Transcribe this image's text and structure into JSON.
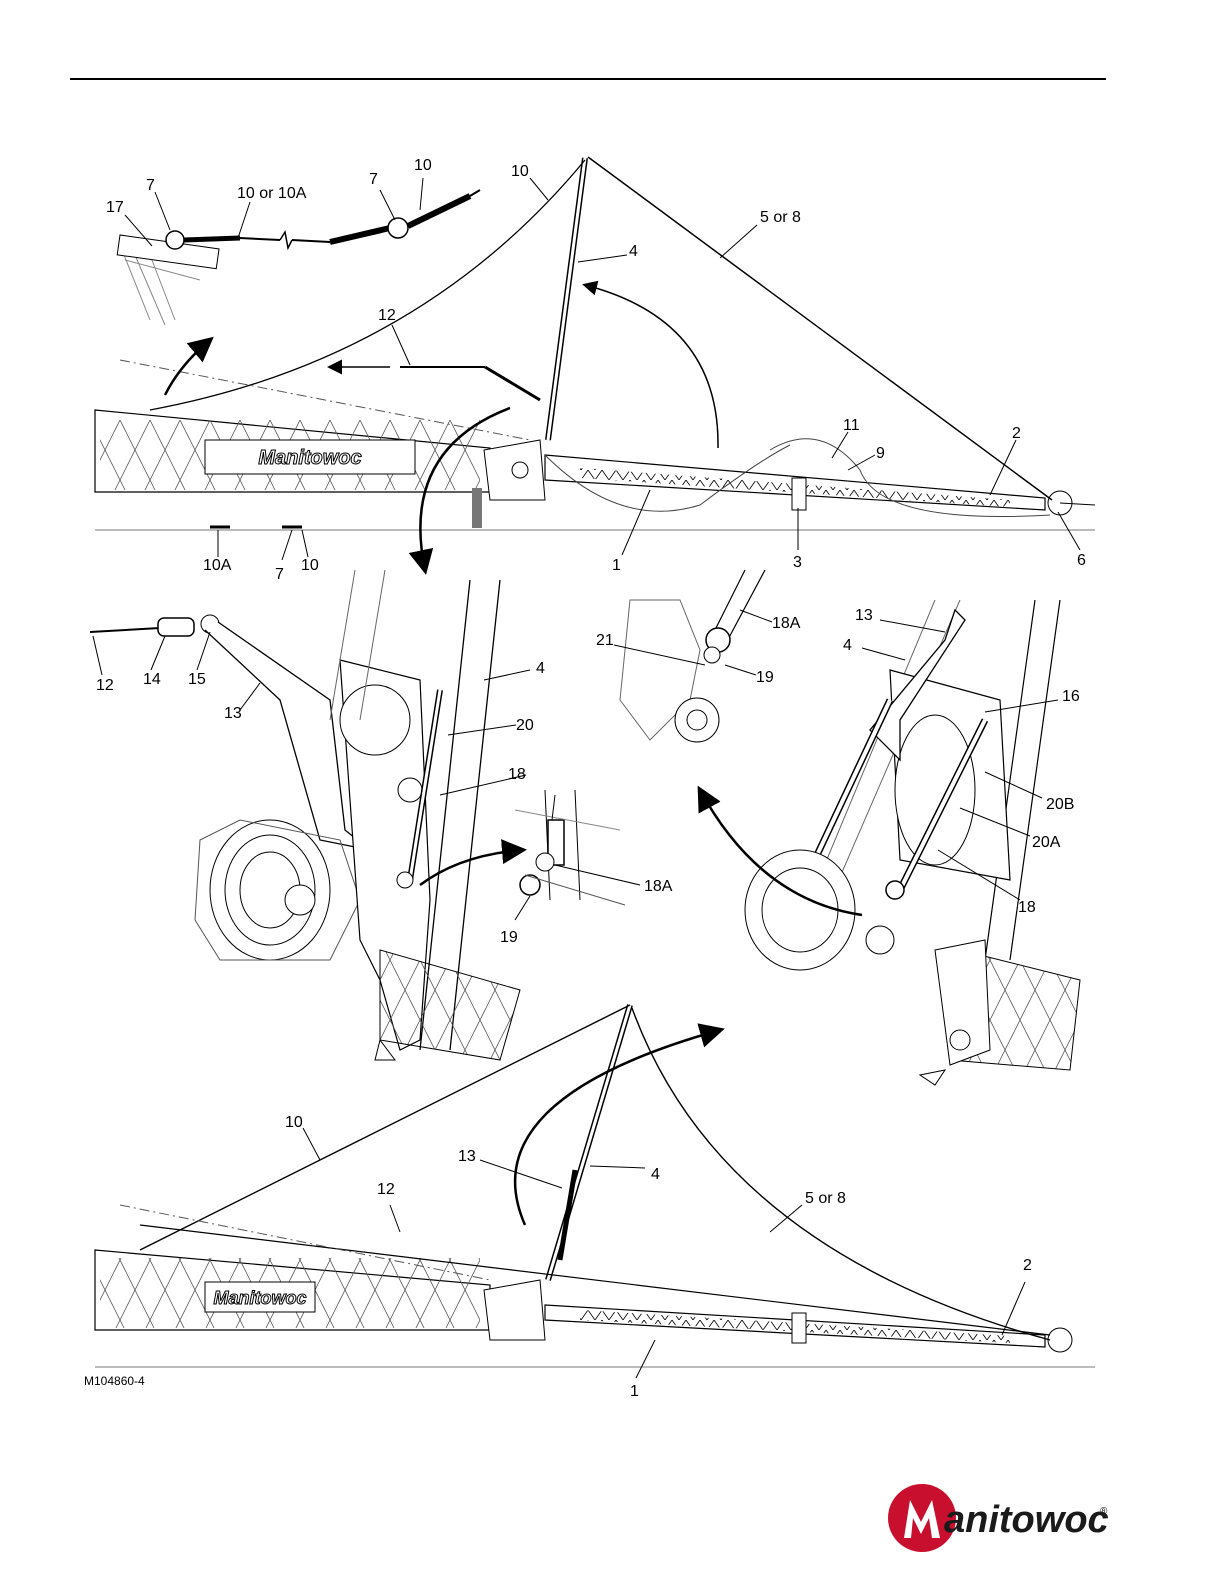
{
  "figure_id": "M104860-4",
  "boom_brand_text": "Manitowoc",
  "brand": {
    "name": "anitowoc",
    "registered": "®",
    "accent_color": "#c8102e"
  },
  "callouts": {
    "top": [
      "17",
      "7",
      "10 or 10A",
      "7",
      "10",
      "10",
      "4",
      "5 or 8",
      "12",
      "11",
      "2",
      "9",
      "10A",
      "7",
      "10",
      "1",
      "3",
      "6"
    ],
    "middle_left": [
      "12",
      "14",
      "15",
      "13",
      "4",
      "20",
      "18",
      "18A",
      "19"
    ],
    "middle_right": [
      "18A",
      "21",
      "19",
      "13",
      "4",
      "16",
      "20B",
      "20A",
      "18"
    ],
    "bottom": [
      "10",
      "13",
      "4",
      "12",
      "5 or 8",
      "2",
      "1"
    ]
  }
}
